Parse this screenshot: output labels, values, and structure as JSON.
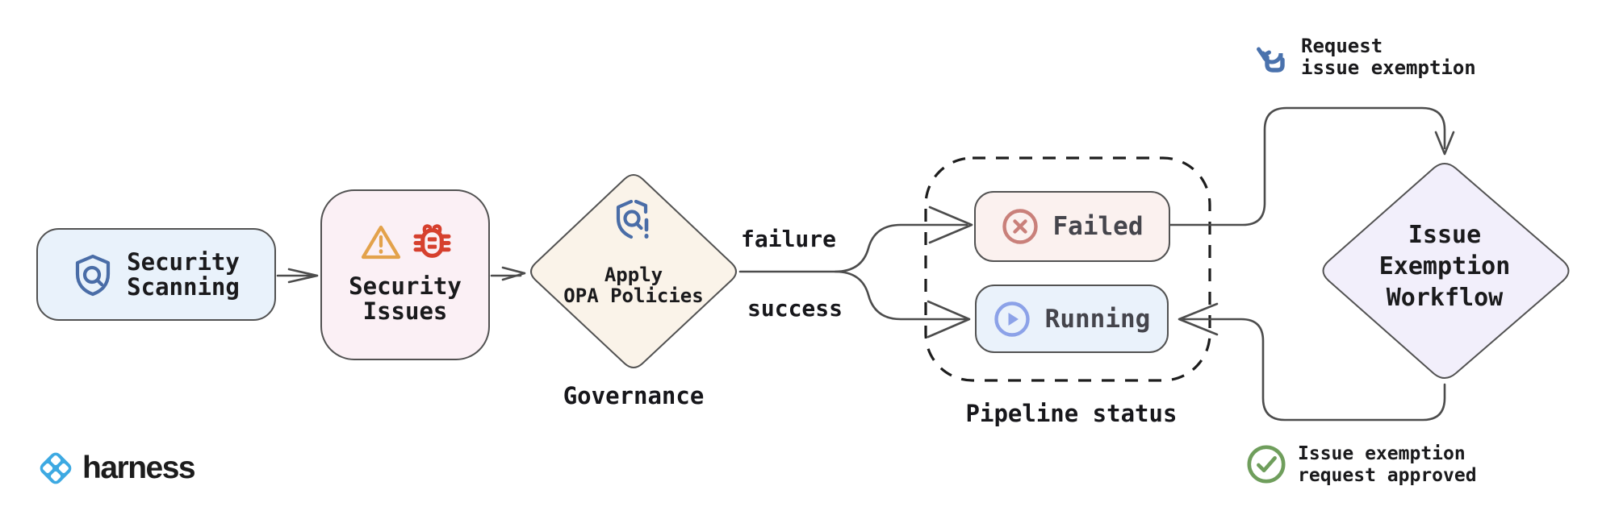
{
  "brand": {
    "wordmark": "harness",
    "logo_color": "#3da9e2"
  },
  "colors": {
    "wire": "#4c4c4c",
    "node_border": "#525252",
    "dashed_border": "#1d1d1d",
    "text": "#1a1a1c",
    "status_text": "#45454c",
    "icon_blue": "#4a6da7",
    "warning_orange": "#e3a24b",
    "bug_red": "#d6402e",
    "failed_red": "#c9807a",
    "running_blue": "#8ca2e8",
    "approved_green": "#6f9e5c",
    "tap_blue": "#4a72ad"
  },
  "nodes": {
    "security_scanning": {
      "lines": [
        "Security",
        "Scanning"
      ],
      "fill": "#e9f2fb",
      "icon": "shield-search-icon"
    },
    "security_issues": {
      "lines": [
        "Security",
        "Issues"
      ],
      "fill": "#fbf0f5",
      "icons": [
        "warning-triangle-icon",
        "bug-icon"
      ]
    },
    "apply_opa_policies": {
      "lines": [
        "Apply",
        "OPA Policies"
      ],
      "fill": "#faf3e9",
      "icon": "shield-alert-icon",
      "caption": "Governance"
    },
    "failed": {
      "label": "Failed",
      "fill": "#fbf1ef",
      "icon": "x-circle-icon"
    },
    "running": {
      "label": "Running",
      "fill": "#eaf2fb",
      "icon": "play-circle-icon"
    },
    "pipeline_status_group": {
      "caption": "Pipeline status"
    },
    "issue_exemption_workflow": {
      "lines": [
        "Issue",
        "Exemption",
        "Workflow"
      ],
      "fill": "#f2effb"
    }
  },
  "edge_labels": {
    "failure": "failure",
    "success": "success",
    "request_exemption": {
      "lines": [
        "Request",
        "issue exemption"
      ],
      "icon": "tap-icon"
    },
    "exemption_approved": {
      "lines": [
        "Issue exemption",
        "request approved"
      ],
      "icon": "check-circle-icon"
    }
  }
}
